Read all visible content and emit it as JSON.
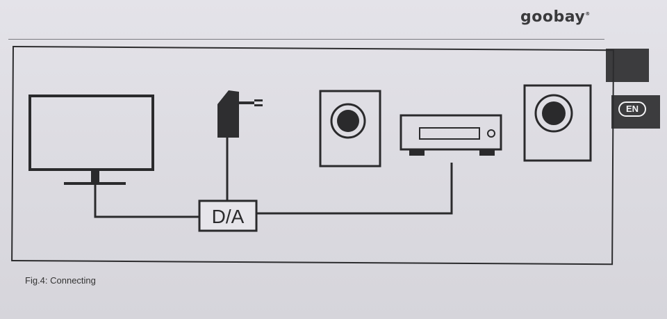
{
  "header": {
    "brand": "goobay",
    "registered_mark": "®"
  },
  "side_tab": {
    "language": "EN"
  },
  "figure": {
    "caption": "Fig.4: Connecting",
    "converter_label": "D/A",
    "components": [
      "tv-icon",
      "power-adapter-icon",
      "speaker-icon",
      "receiver-icon",
      "speaker-icon"
    ]
  }
}
